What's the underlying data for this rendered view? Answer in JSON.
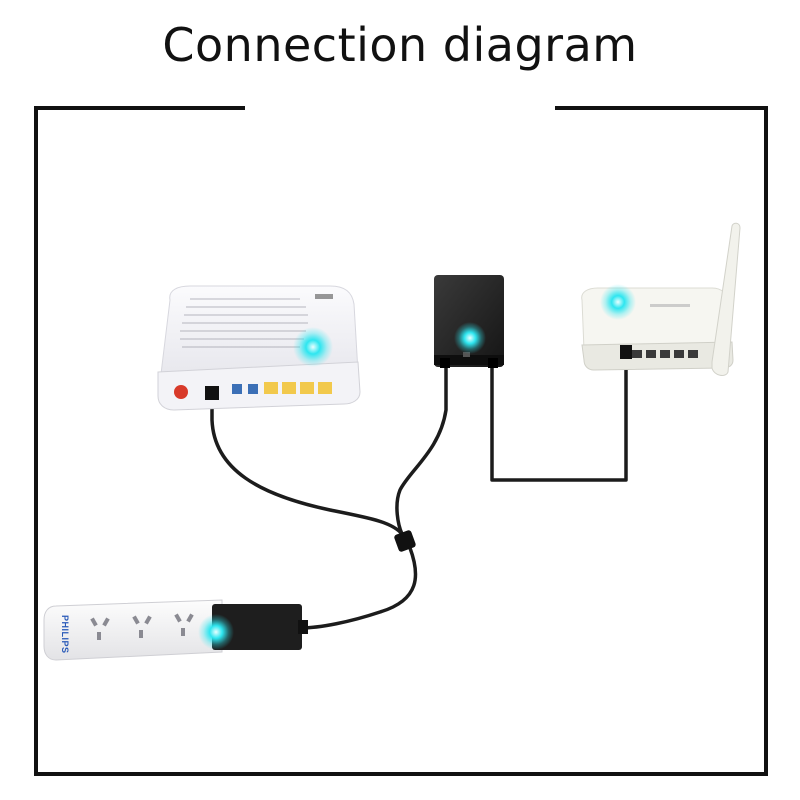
{
  "title": "Connection diagram",
  "strip_brand": "PHILIPS",
  "colors": {
    "frame": "#111111",
    "cable": "#1c1c1c",
    "led": "#2ee6f0",
    "device_white": "#f4f4f6",
    "device_dark": "#222222",
    "port_yellow": "#f2c94c",
    "port_blue": "#3b6fb6",
    "power_button": "#d83a2a"
  },
  "devices": [
    {
      "name": "modem",
      "icon": "modem-icon"
    },
    {
      "name": "ups",
      "icon": "battery-pack-icon"
    },
    {
      "name": "router",
      "icon": "wifi-router-icon"
    },
    {
      "name": "power-strip",
      "icon": "power-strip-icon"
    }
  ]
}
